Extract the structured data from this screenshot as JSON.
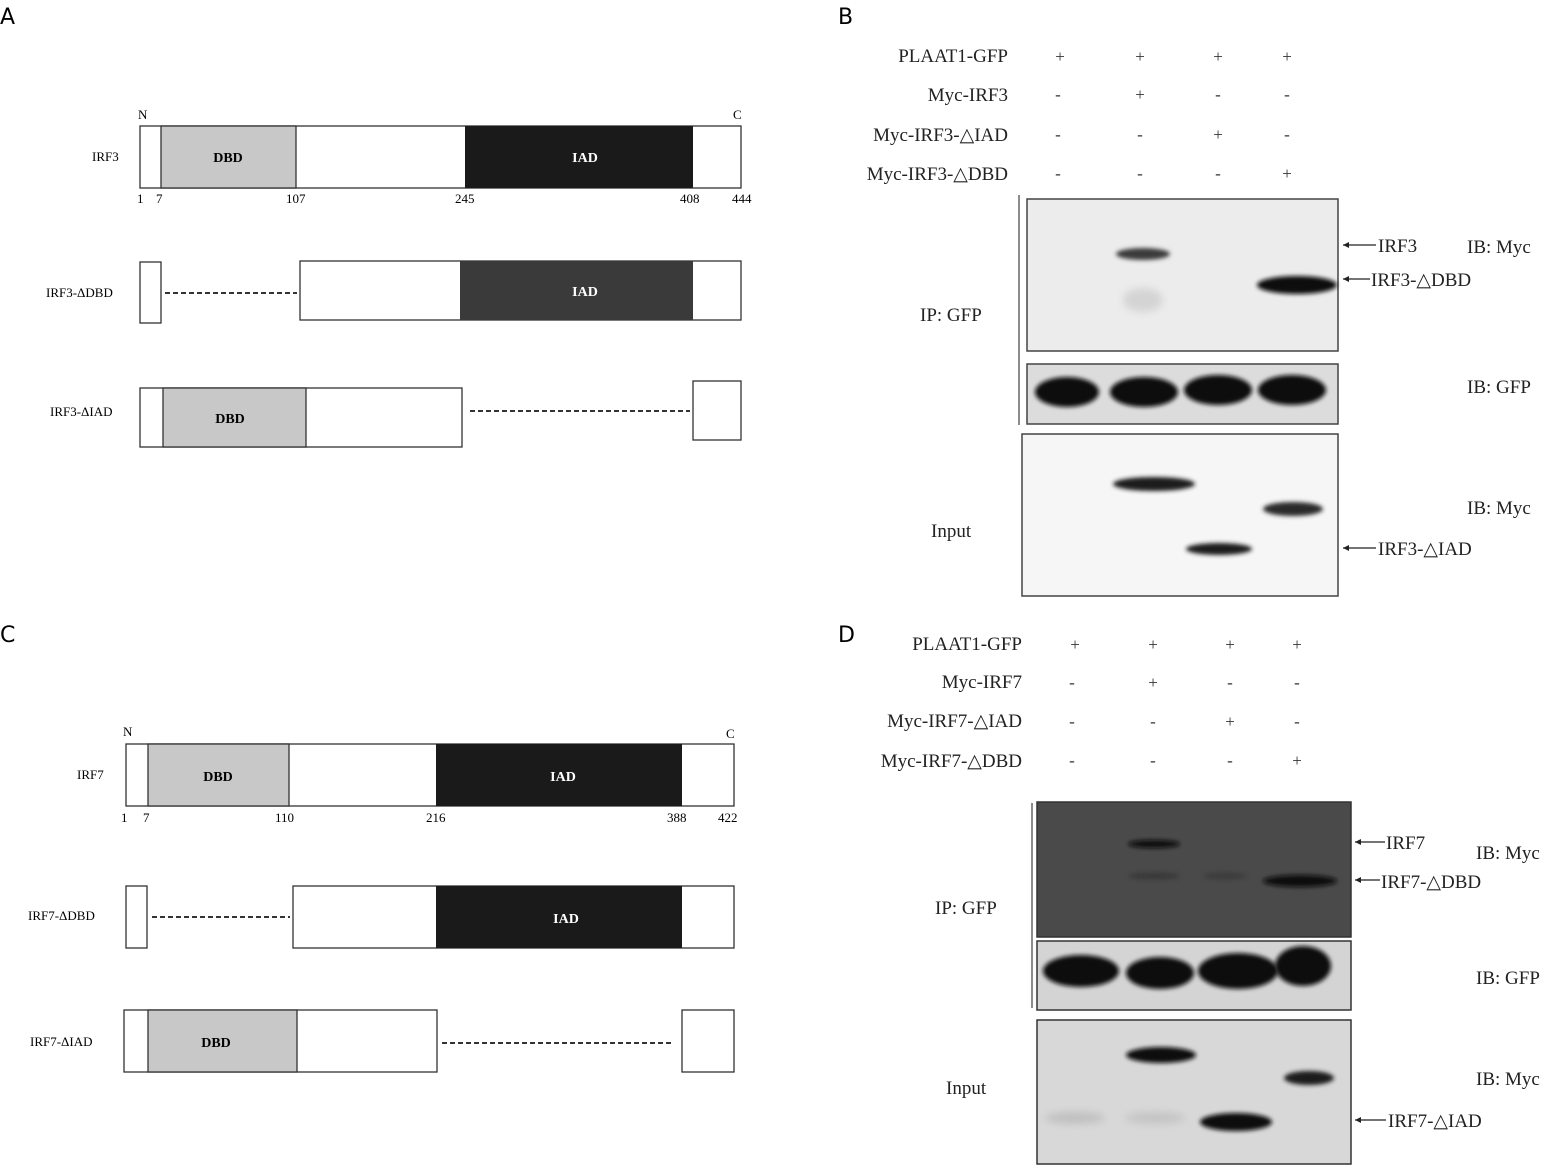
{
  "panels": {
    "A": "A",
    "B": "B",
    "C": "C",
    "D": "D"
  },
  "irf3_diagram": {
    "terminus_n": "N",
    "terminus_c": "C",
    "constructs": [
      "IRF3",
      "IRF3-ΔDBD",
      "IRF3-ΔIAD"
    ],
    "domain_dbd": "DBD",
    "domain_iad": "IAD",
    "positions": [
      "1",
      "7",
      "107",
      "245",
      "408",
      "444"
    ]
  },
  "irf7_diagram": {
    "terminus_n": "N",
    "terminus_c": "C",
    "constructs": [
      "IRF7",
      "IRF7-ΔDBD",
      "IRF7-ΔIAD"
    ],
    "domain_dbd": "DBD",
    "domain_iad": "IAD",
    "positions": [
      "1",
      "7",
      "110",
      "216",
      "388",
      "422"
    ]
  },
  "blot_b": {
    "rows": [
      {
        "label": "PLAAT1-GFP",
        "signs": [
          "+",
          "+",
          "+",
          "+"
        ]
      },
      {
        "label": "Myc-IRF3",
        "signs": [
          "-",
          "+",
          "-",
          "-"
        ]
      },
      {
        "label": "Myc-IRF3-△IAD",
        "signs": [
          "-",
          "-",
          "+",
          "-"
        ]
      },
      {
        "label": "Myc-IRF3-△DBD",
        "signs": [
          "-",
          "-",
          "-",
          "+"
        ]
      }
    ],
    "ip_label": "IP: GFP",
    "input_label": "Input",
    "ib_labels": [
      "IB: Myc",
      "IB: GFP",
      "IB: Myc"
    ],
    "band_labels": [
      "IRF3",
      "IRF3-△DBD",
      "IRF3-△IAD"
    ]
  },
  "blot_d": {
    "rows": [
      {
        "label": "PLAAT1-GFP",
        "signs": [
          "+",
          "+",
          "+",
          "+"
        ]
      },
      {
        "label": "Myc-IRF7",
        "signs": [
          "-",
          "+",
          "-",
          "-"
        ]
      },
      {
        "label": "Myc-IRF7-△IAD",
        "signs": [
          "-",
          "-",
          "+",
          "-"
        ]
      },
      {
        "label": "Myc-IRF7-△DBD",
        "signs": [
          "-",
          "-",
          "-",
          "+"
        ]
      }
    ],
    "ip_label": "IP: GFP",
    "input_label": "Input",
    "ib_labels": [
      "IB: Myc",
      "IB: GFP",
      "IB: Myc"
    ],
    "band_labels": [
      "IRF7",
      "IRF7-△DBD",
      "IRF7-△IAD"
    ]
  },
  "colors": {
    "dbd": "#c8c8c8",
    "iad": "#1a1a1a",
    "iad_alt": "#3a3a3a",
    "membrane": "#f2f2f2",
    "membrane_dark": "#4a4a4a"
  }
}
